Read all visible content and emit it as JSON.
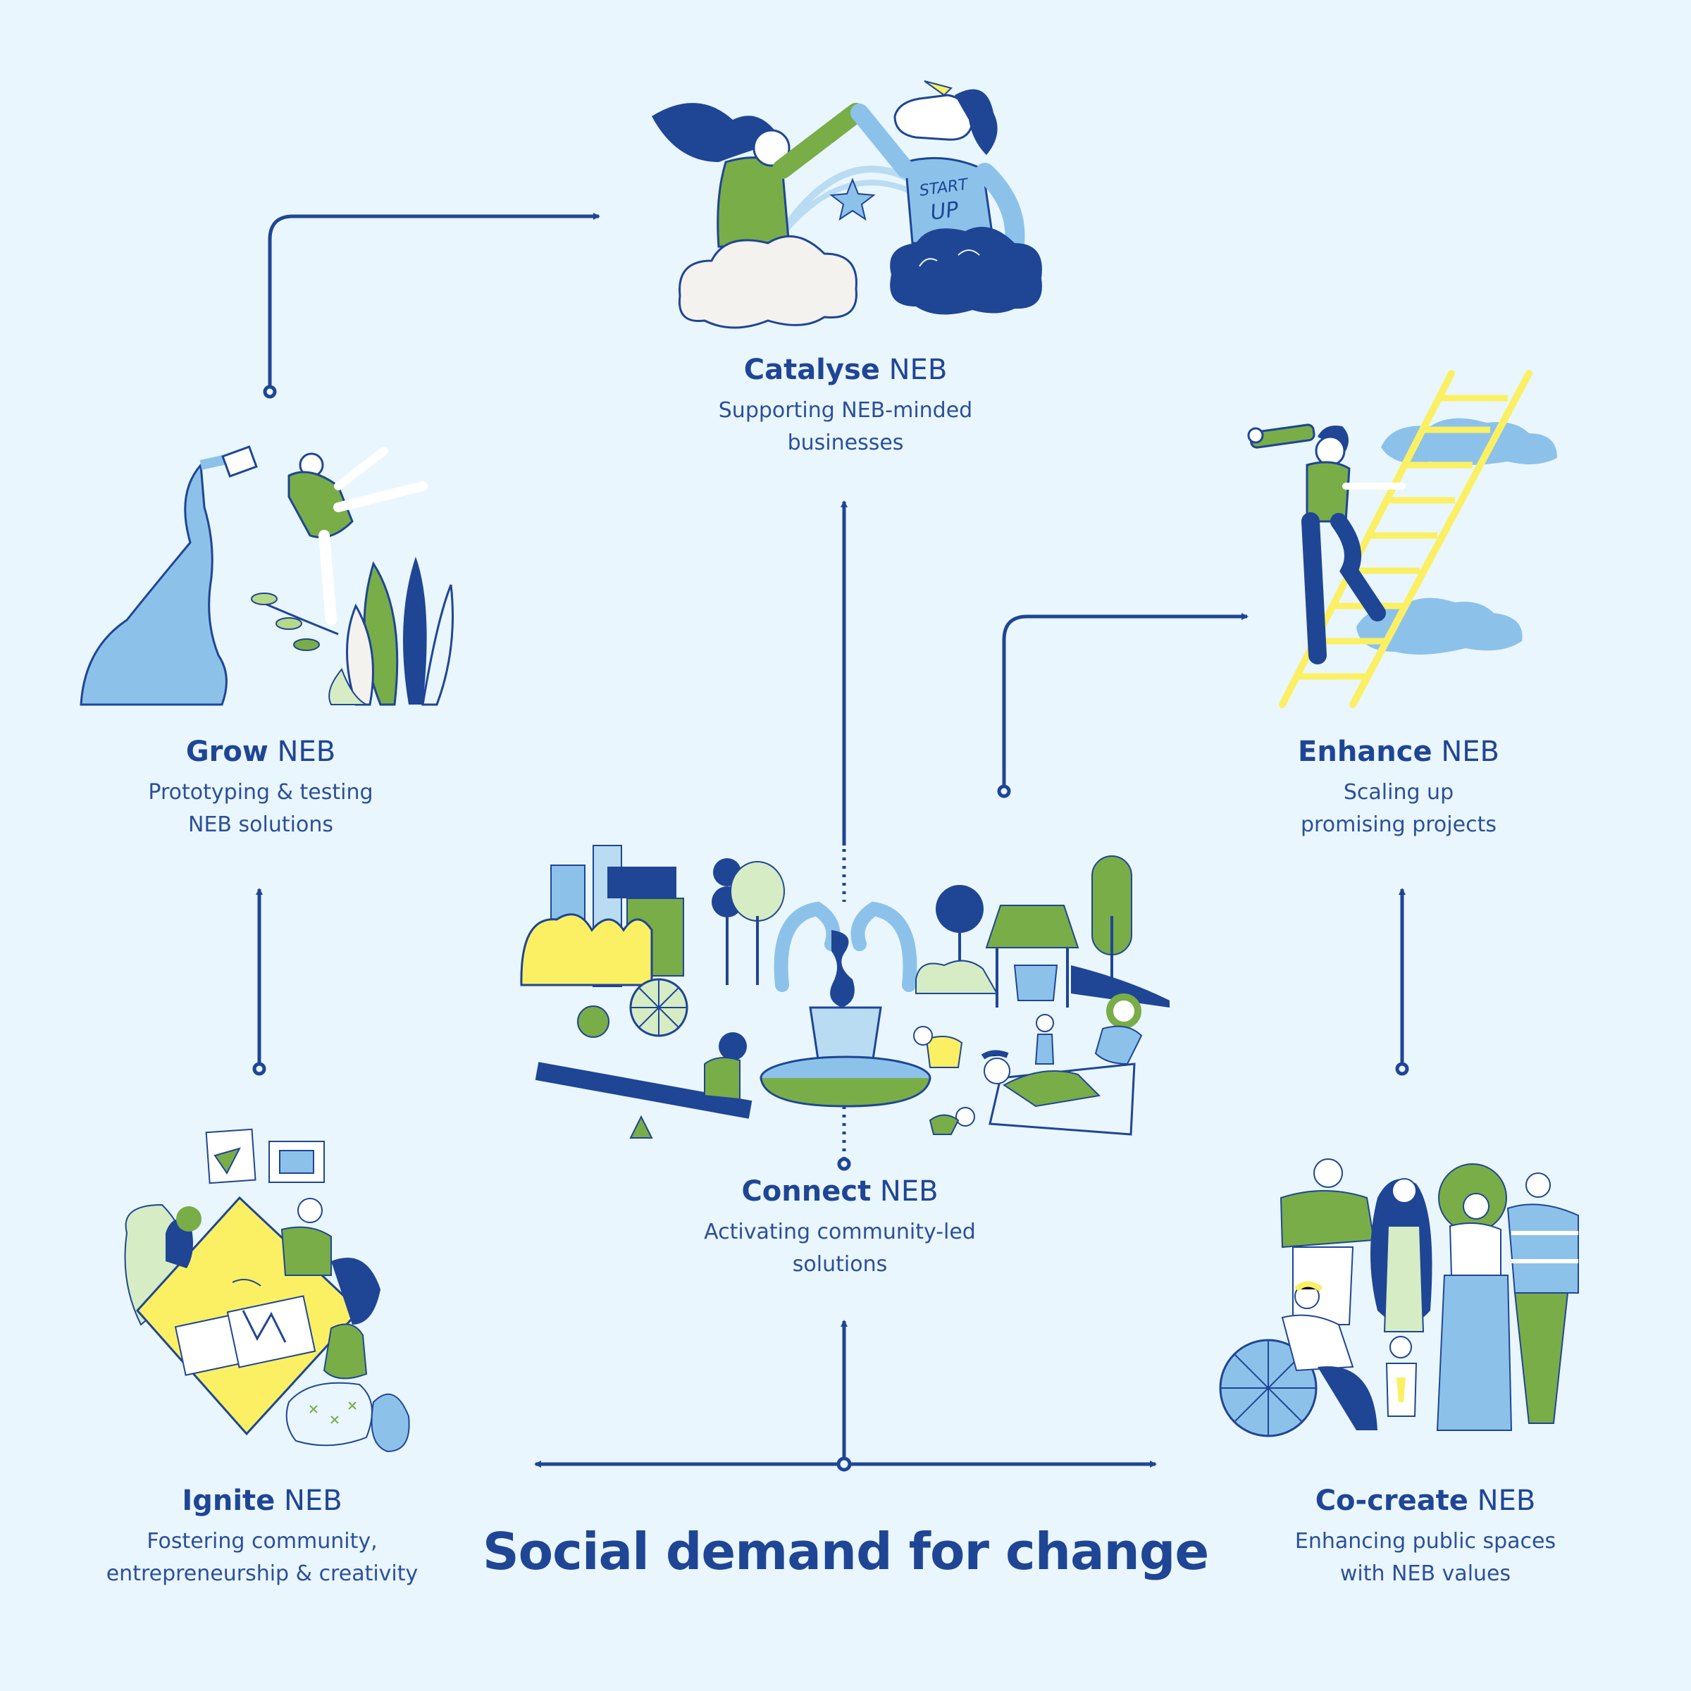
{
  "headline": "Social demand for change",
  "stages": {
    "catalyse": {
      "bold": "Catalyse",
      "suffix": " NEB",
      "line1": "Supporting NEB-minded",
      "line2": "businesses",
      "badge1": "START",
      "badge2": "UP"
    },
    "grow": {
      "bold": "Grow",
      "suffix": " NEB",
      "line1": "Prototyping & testing",
      "line2": "NEB solutions"
    },
    "enhance": {
      "bold": "Enhance",
      "suffix": " NEB",
      "line1": "Scaling up",
      "line2": "promising projects"
    },
    "connect": {
      "bold": "Connect",
      "suffix": " NEB",
      "line1": "Activating community-led",
      "line2": "solutions"
    },
    "ignite": {
      "bold": "Ignite",
      "suffix": " NEB",
      "line1": "Fostering community,",
      "line2": "entrepreneurship & creativity"
    },
    "cocreate": {
      "bold": "Co-create",
      "suffix": " NEB",
      "line1": "Enhancing public spaces",
      "line2": "with NEB values"
    }
  },
  "colors": {
    "navy": "#1f4595",
    "blue": "#8cc2ea",
    "green": "#79ad48",
    "yellow": "#fbf063",
    "background": "#eaf6fd"
  }
}
